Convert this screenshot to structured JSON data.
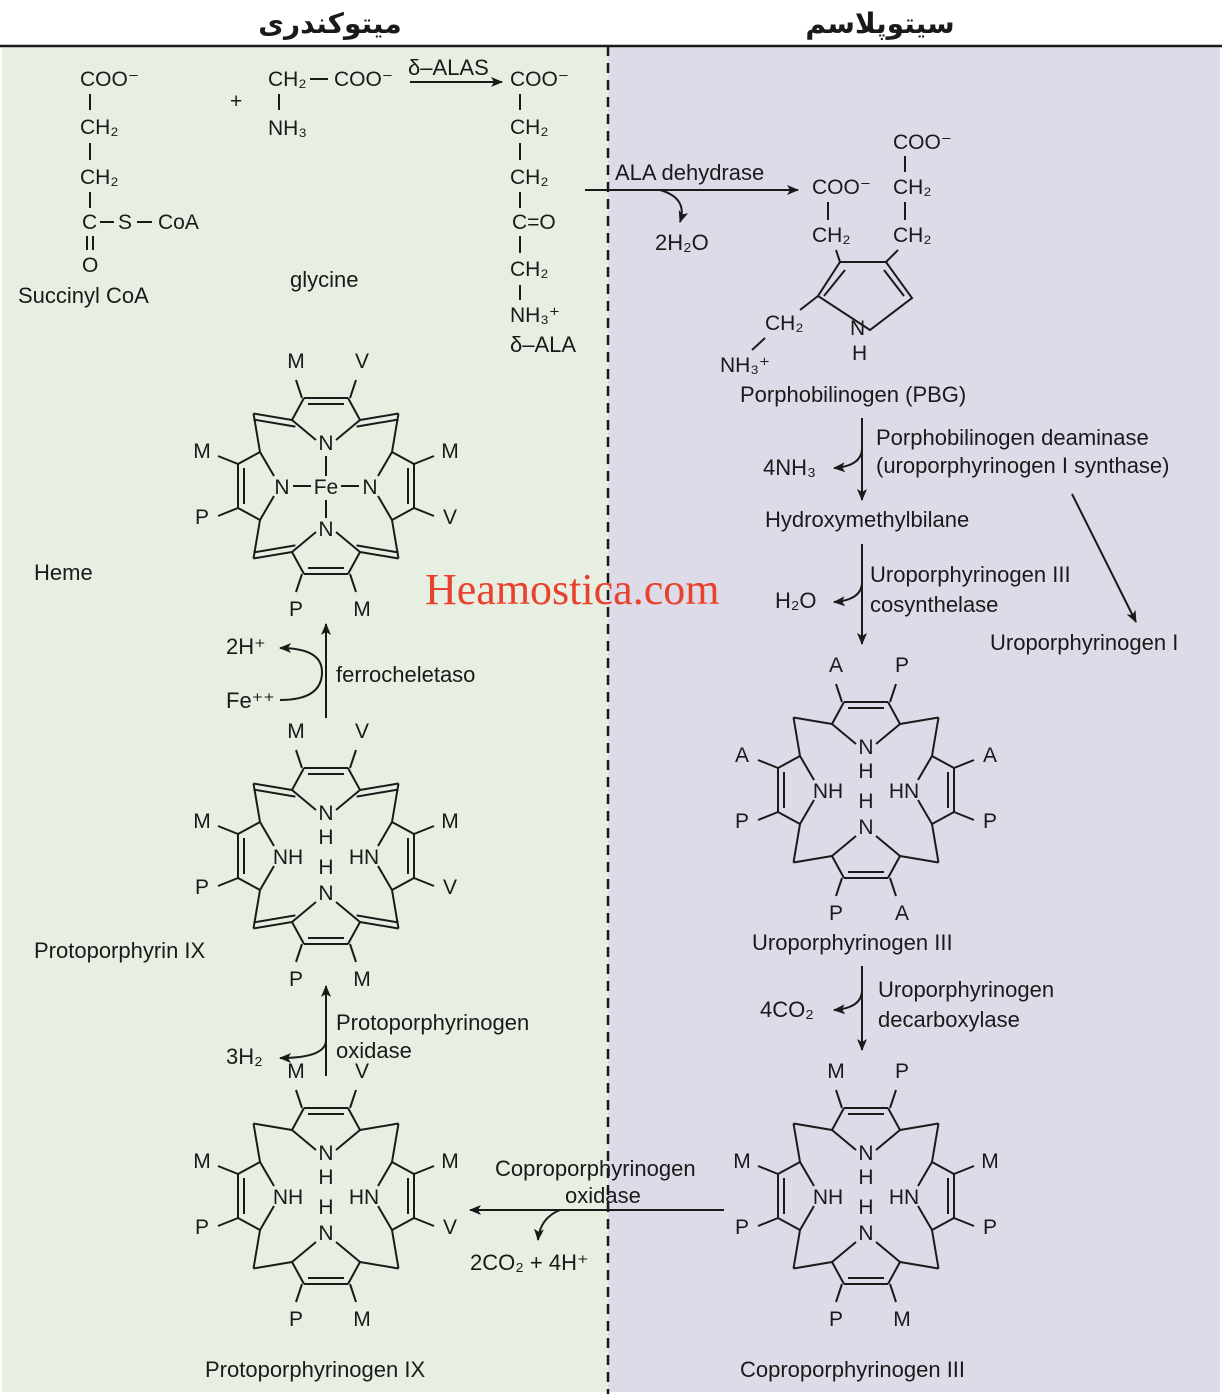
{
  "headers": {
    "mitochondria": "میتوکندری",
    "cytoplasm": "سیتوپلاسم"
  },
  "colors": {
    "mito_bg": "#e7efe3",
    "cyto_bg": "#dddbe7",
    "watermark": "#e8412e"
  },
  "watermark": "Heamostica.com",
  "compounds": {
    "succinyl_coa": "Succinyl CoA",
    "glycine": "glycine",
    "d_ala": "δ–ALA",
    "pbg": "Porphobilinogen (PBG)",
    "hmb": "Hydroxymethylbilane",
    "uro1": "Uroporphyrinogen I",
    "uro3": "Uroporphyrinogen III",
    "copro3": "Coproporphyrinogen III",
    "protogen9": "Protoporphyrinogen IX",
    "proto9": "Protoporphyrin IX",
    "heme": "Heme"
  },
  "enzymes": {
    "alas": "δ–ALAS",
    "ala_dehydrase": "ALA dehydrase",
    "pbg_deaminase_1": "Porphobilinogen deaminase",
    "pbg_deaminase_2": "(uroporphyrinogen I synthase)",
    "uro3_cosyn_1": "Uroporphyrinogen III",
    "uro3_cosyn_2": "cosynthelase",
    "uro_decarb_1": "Uroporphyrinogen",
    "uro_decarb_2": "decarboxylase",
    "copro_ox_1": "Coproporphyrinogen",
    "copro_ox_2": "oxidase",
    "proto_ox_1": "Protoporphyrinogen",
    "proto_ox_2": "oxidase",
    "ferrochelatase": "ferrocheletaso"
  },
  "byproducts": {
    "water2": "2H₂O",
    "ammonia4": "4NH₃",
    "water": "H₂O",
    "co2_4": "4CO₂",
    "co2_h": "2CO₂ + 4H⁺",
    "h2_3": "3H₂",
    "h_2": "2H⁺",
    "fe": "Fe⁺⁺"
  },
  "atoms": {
    "coo": "COO⁻",
    "ch2": "CH₂",
    "nh3": "NH₃",
    "nh3p": "NH₃⁺",
    "s": "S",
    "coa": "CoA",
    "c": "C",
    "o": "O",
    "co": "C=O",
    "n": "N",
    "h": "H",
    "nh": "NH",
    "hn": "HN",
    "fe": "Fe",
    "plus": "+",
    "m": "M",
    "v": "V",
    "p": "P",
    "a": "A"
  }
}
